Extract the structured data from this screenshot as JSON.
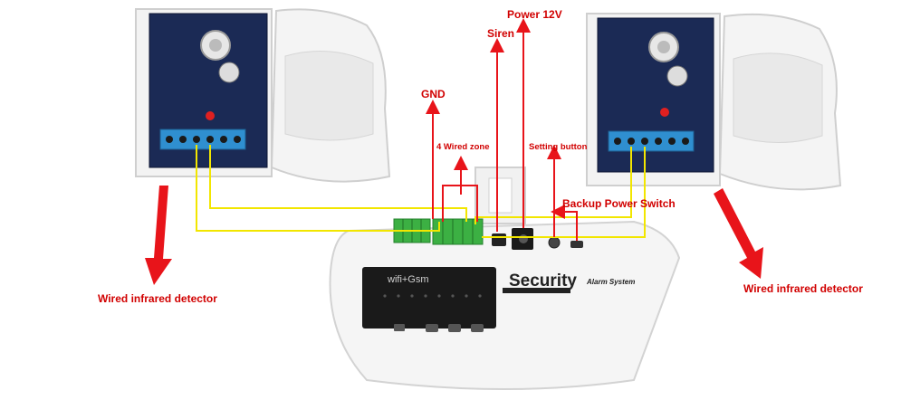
{
  "labels": {
    "power": "Power 12V",
    "siren": "Siren",
    "gnd": "GND",
    "wired_zone": "4 Wired zone",
    "setting_button": "Setting button",
    "backup_switch": "Backup Power Switch",
    "detector_left": "Wired infrared detector",
    "detector_right": "Wired infrared detector"
  },
  "panel": {
    "brand": "Security",
    "subtitle": "Alarm System",
    "screen_text": "wifi+Gsm"
  },
  "colors": {
    "arrow": "#e8141a",
    "label": "#d10000",
    "wire": "#f2e600",
    "board": "#1b2a55",
    "terminal": "#2f8fd0",
    "connector": "#3cb043"
  }
}
